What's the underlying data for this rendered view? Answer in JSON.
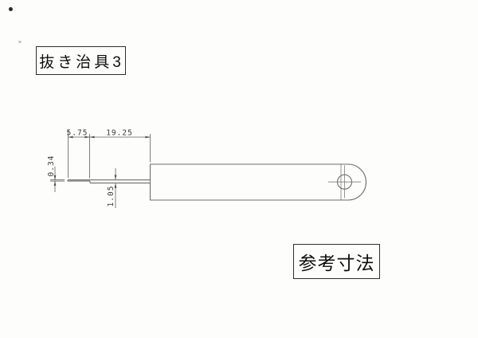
{
  "title_box": {
    "label": "抜き治具3"
  },
  "reference_box": {
    "label": "参考寸法"
  },
  "drawing": {
    "type": "engineering-side-view",
    "part": "punching-jig-blade",
    "dimensions": {
      "tip_length": "5.75",
      "blade_length": "19.25",
      "tip_thickness": "0.34",
      "blade_thickness": "1.05"
    },
    "features": [
      "thin-tip",
      "stepped-blade",
      "handle-bar-with-rounded-end",
      "round-hole-with-centerlines"
    ]
  },
  "colors": {
    "background": "#fdfdfb",
    "outline": "#6d6d6d",
    "dimension_lines": "#5e5e5e",
    "text": "#0e0e0e"
  }
}
